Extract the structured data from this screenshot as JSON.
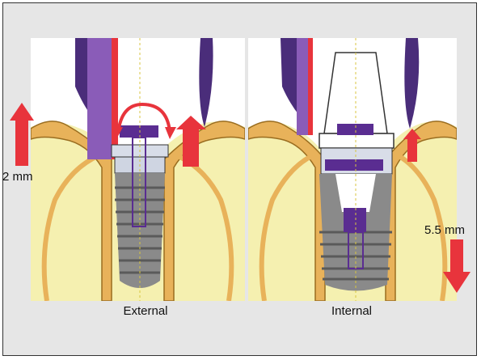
{
  "labels": {
    "external": "External",
    "internal": "Internal",
    "measure_left": "2 mm",
    "measure_right": "5.5 mm"
  },
  "colors": {
    "background": "#e6e6e6",
    "bone": "#f5f0b0",
    "gum": "#e8b25a",
    "implant": "#8a8a8a",
    "abutment": "#5a2d91",
    "arrow": "#e8343c",
    "tooth_tip": "#4a2d7a"
  },
  "icons": [
    "up-arrow-icon",
    "down-arrow-icon",
    "rotation-arrow-icon"
  ]
}
